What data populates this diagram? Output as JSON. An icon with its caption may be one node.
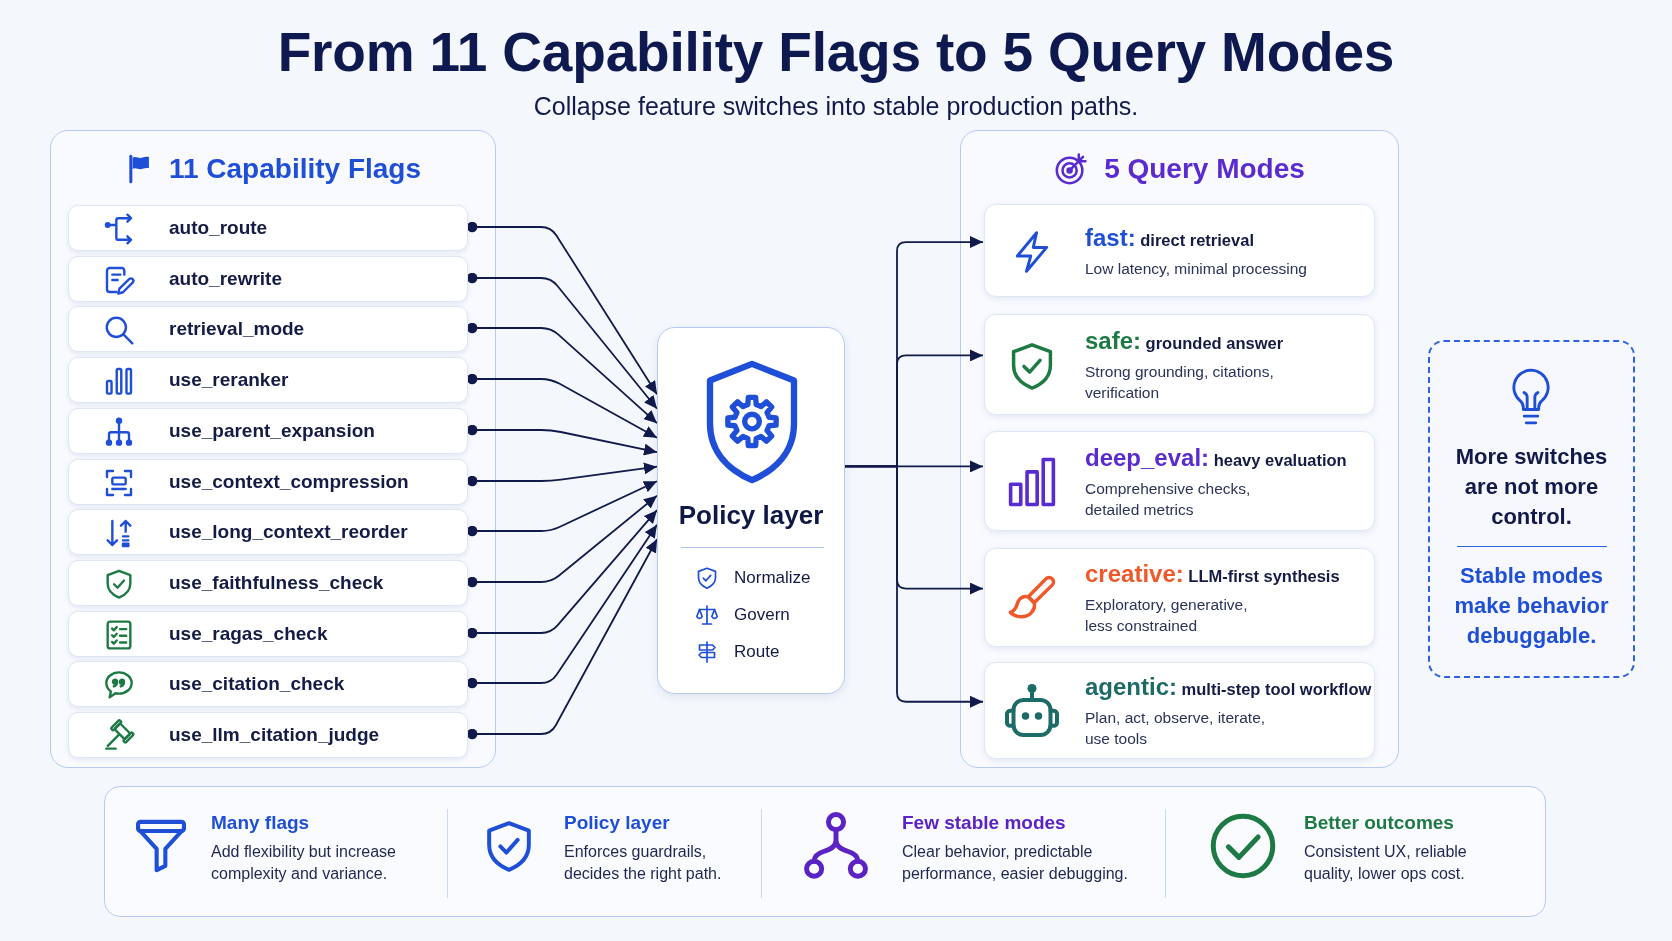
{
  "diagram": {
    "title": "From 11 Capability Flags to 5 Query Modes",
    "nodes": [
      {
        "text": [
          "11 Capability Flags"
        ]
      },
      {
        "text": [
          "auto_route"
        ],
        "in": 0
      },
      {
        "text": [
          "auto_rewrite"
        ],
        "in": 0
      },
      {
        "text": [
          "retrieval_mode"
        ],
        "in": 0
      },
      {
        "text": [
          "use_reranker"
        ],
        "in": 0
      },
      {
        "text": [
          "use_parent_expansion"
        ],
        "in": 0
      },
      {
        "text": [
          "use_context_compression"
        ],
        "in": 0
      },
      {
        "text": [
          "use_long_context_reorder"
        ],
        "in": 0
      },
      {
        "text": [
          "use_faithfulness_check"
        ],
        "in": 0
      },
      {
        "text": [
          "use_ragas_check"
        ],
        "in": 0
      },
      {
        "text": [
          "use_citation_check"
        ],
        "in": 0
      },
      {
        "text": [
          "use_llm_citation_judge"
        ],
        "in": 0
      },
      {
        "text": [
          "Policy layer",
          "Normalize",
          "Govern",
          "Route"
        ]
      },
      {
        "text": [
          "5 Query Modes"
        ]
      },
      {
        "text": [
          "**fast:** direct retrieval",
          "Low latency, minimal processing"
        ],
        "in": 13
      },
      {
        "text": [
          "**safe:** grounded answer",
          "Strong grounding, citations, verification"
        ],
        "in": 13
      },
      {
        "text": [
          "**deep_eval:** heavy evaluation",
          "Comprehensive checks, detailed metrics"
        ],
        "in": 13
      },
      {
        "text": [
          "**creative:** LLM-first synthesis",
          "Exploratory, generative, less constrained"
        ],
        "in": 13
      },
      {
        "text": [
          "**agentic:** multi-step tool workflow",
          "Plan, act, observe, iterate, use tools"
        ],
        "in": 13
      },
      {
        "text": [
          "More switches are not more control.",
          "Stable modes make behavior debuggable."
        ]
      },
      {
        "text": [
          "Many flags",
          "Add flexibility but increase complexity and variance.",
          "Policy layer",
          "Enforces guardrails, decides the right path.",
          "Few stable modes",
          "Clear behavior, predictable performance, easier debugging.",
          "Better outcomes",
          "Consistent UX, reliable quality, lower ops cost."
        ]
      }
    ],
    "edges": [
      {
        "from": 1,
        "to": 12,
        "arrow": "to"
      },
      {
        "from": 2,
        "to": 12,
        "arrow": "to"
      },
      {
        "from": 3,
        "to": 12,
        "arrow": "to"
      },
      {
        "from": 4,
        "to": 12,
        "arrow": "to"
      },
      {
        "from": 5,
        "to": 12,
        "arrow": "to"
      },
      {
        "from": 6,
        "to": 12,
        "arrow": "to"
      },
      {
        "from": 7,
        "to": 12,
        "arrow": "to"
      },
      {
        "from": 8,
        "to": 12,
        "arrow": "to"
      },
      {
        "from": 9,
        "to": 12,
        "arrow": "to"
      },
      {
        "from": 10,
        "to": 12,
        "arrow": "to"
      },
      {
        "from": 11,
        "to": 12,
        "arrow": "to"
      },
      {
        "from": 12,
        "to": 14,
        "arrow": "to"
      },
      {
        "from": 12,
        "to": 15,
        "arrow": "to"
      },
      {
        "from": 12,
        "to": 16,
        "arrow": "to"
      },
      {
        "from": 12,
        "to": 17,
        "arrow": "to"
      },
      {
        "from": 12,
        "to": 18,
        "arrow": "to"
      }
    ],
    "labels": [
      "Collapse feature switches into stable production paths."
    ]
  }
}
